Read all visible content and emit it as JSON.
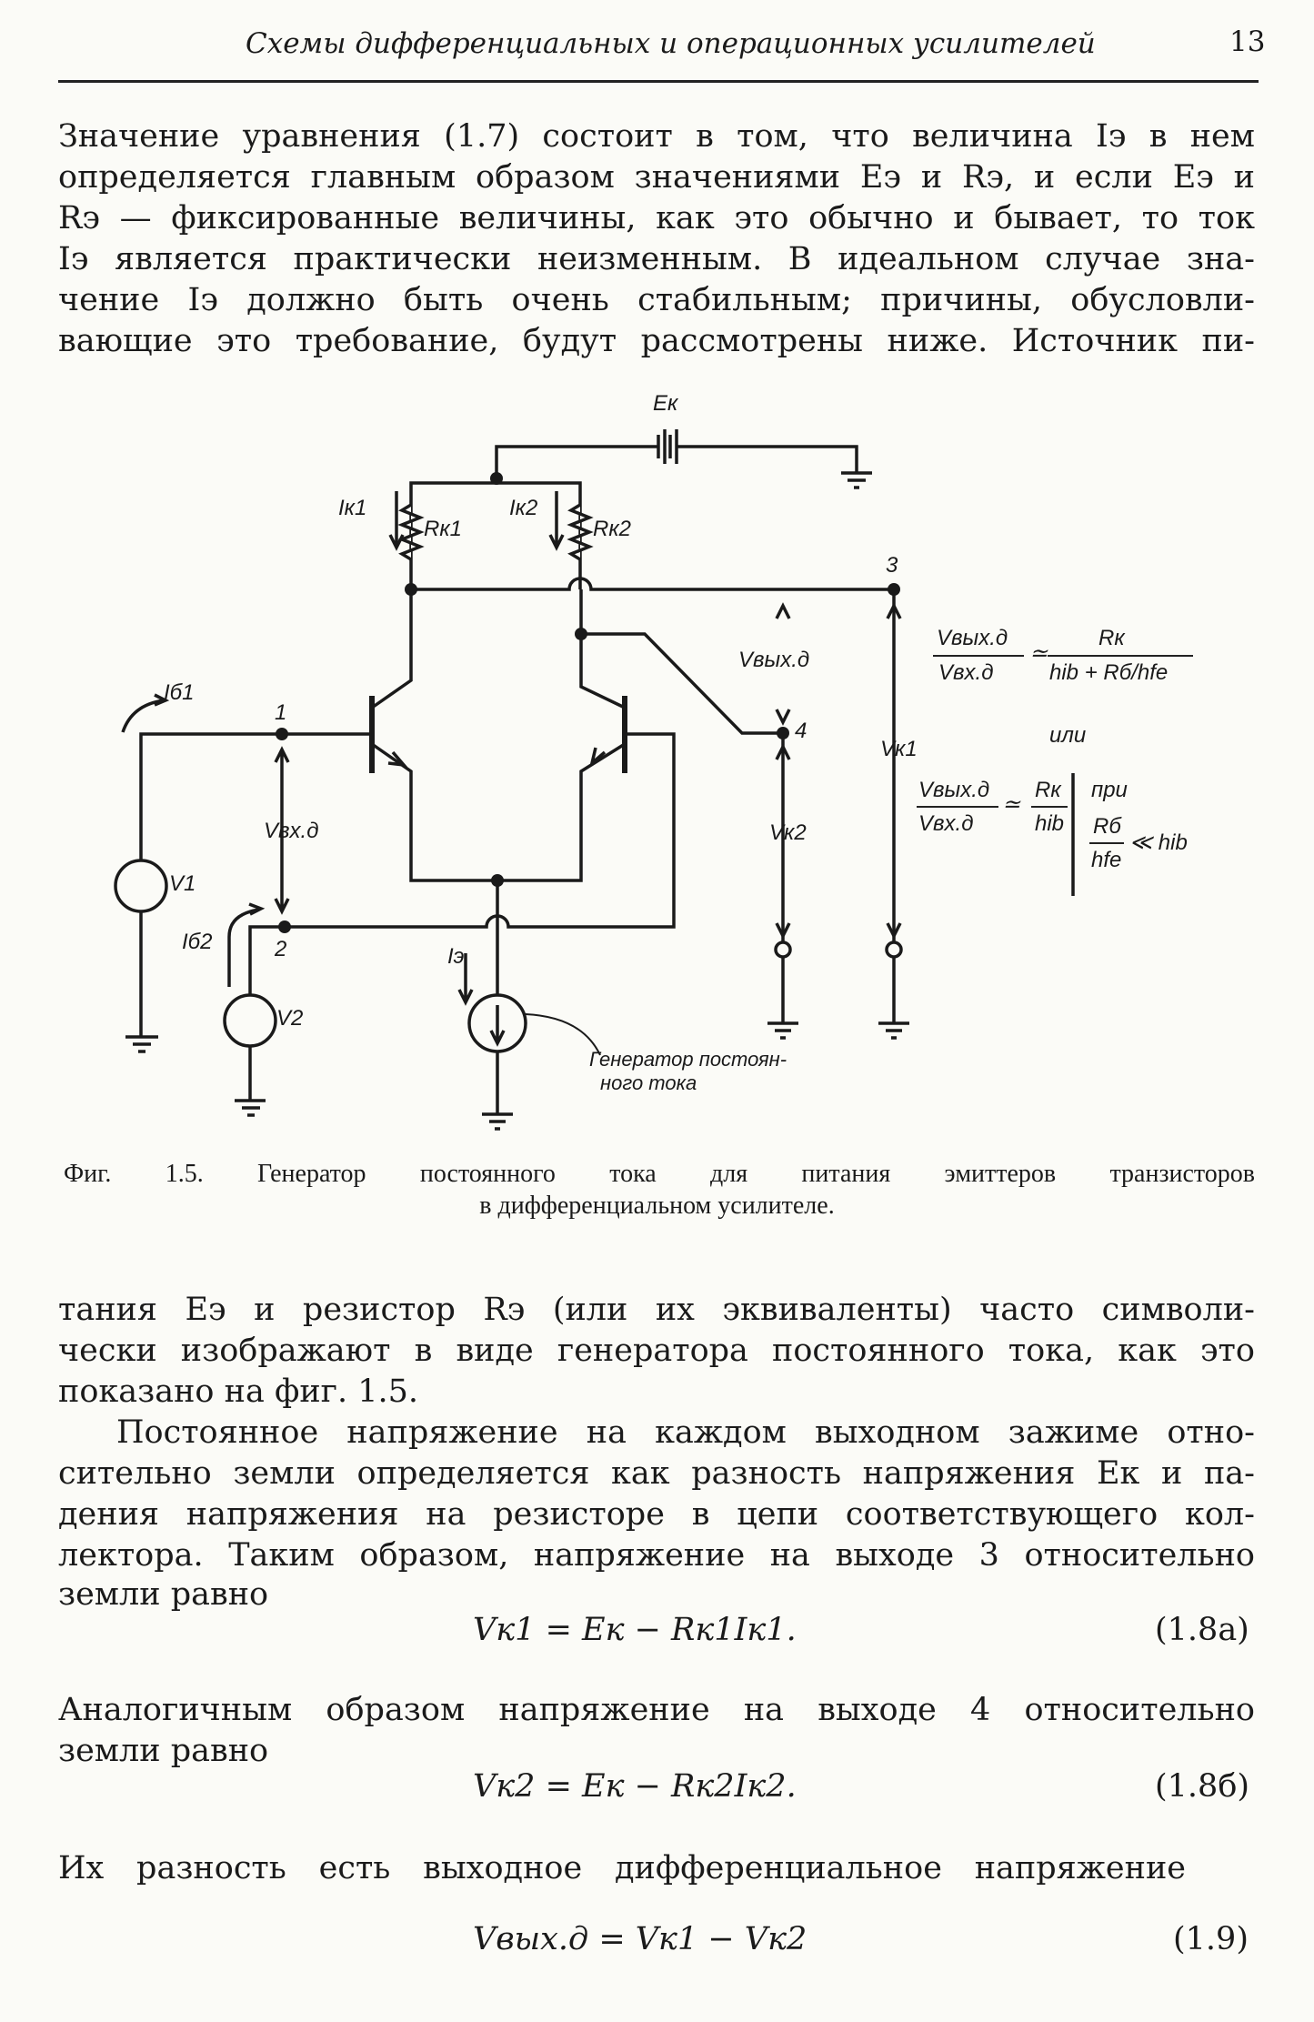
{
  "header": {
    "title": "Схемы дифференциальных и операционных усилителей",
    "page": "13"
  },
  "para1": [
    "Значение уравнения (1.7) состоит в том, что величина Iэ в нем",
    "определяется главным образом значениями Eэ и Rэ, и если Eэ и",
    "Rэ — фиксированные величины, как это обычно и бывает, то ток",
    "Iэ является практически неизменным. В идеальном случае зна-",
    "чение Iэ должно быть очень стабильным; причины, обусловли-",
    "вающие это требование, будут рассмотрены ниже. Источник пи-"
  ],
  "diagram": {
    "labels": {
      "ek": "Eк",
      "ik1": "Iк1",
      "rk1": "Rк1",
      "ik2": "Iк2",
      "rk2": "Rк2",
      "n3": "3",
      "vout": "Vвых.д",
      "n4": "4",
      "vk1": "Vк1",
      "ib1": "Iб1",
      "n1": "1",
      "vin": "Vвх.д",
      "v1": "V1",
      "ib2": "Iб2",
      "n2": "2",
      "v2": "V2",
      "ie": "Iэ",
      "vk2": "Vк2",
      "gen1": "Генератор постоян-",
      "gen2": "ного тока"
    },
    "formulas": {
      "f1_num": "Vвых.д",
      "f1_den": "Vвх.д",
      "approx": "≃",
      "f1_rnum": "Rк",
      "f1_rden": "hib + Rб/hfe",
      "or": "или",
      "f2_num": "Vвых.д",
      "f2_den": "Vвх.д",
      "f2_rnum": "Rк",
      "f2_rden": "hib",
      "when": "при",
      "c_num": "Rб",
      "c_den": "hfe",
      "c_rel": "≪ hib"
    }
  },
  "caption": {
    "line1": "Фиг. 1.5. Генератор постоянного тока для питания эмиттеров транзисторов",
    "line2": "в дифференциальном усилителе."
  },
  "para2": [
    "тания Eэ и резистор Rэ (или их эквиваленты) часто символи-",
    "чески изображают в виде генератора постоянного тока, как это",
    "показано на фиг. 1.5."
  ],
  "para3": [
    "Постоянное напряжение на каждом выходном зажиме отно-",
    "сительно земли определяется как разность напряжения Eк и па-",
    "дения напряжения на резисторе в цепи соответствующего кол-",
    "лектора. Таким образом, напряжение на выходе 3 относительно",
    "земли равно"
  ],
  "eq1": {
    "formula": "Vк1 = Eк − Rк1Iк1.",
    "number": "(1.8а)"
  },
  "para4": [
    "Аналогичным образом напряжение на выходе 4 относительно",
    "земли равно"
  ],
  "eq2": {
    "formula": "Vк2 = Eк − Rк2Iк2.",
    "number": "(1.8б)"
  },
  "para5": "Их разность есть выходное дифференциальное напряжение",
  "eq3": {
    "formula": "Vвых.д = Vк1 − Vк2",
    "number": "(1.9)"
  }
}
